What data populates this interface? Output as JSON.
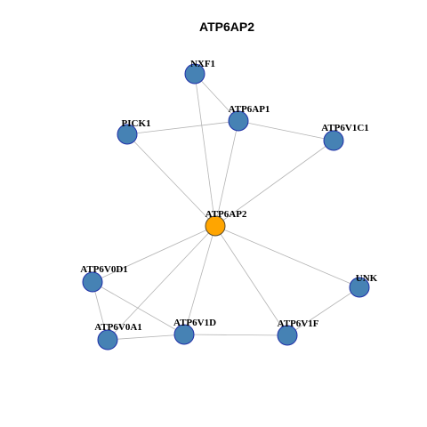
{
  "title": "ATP6AP2",
  "colors": {
    "center_fill": "#FFA500",
    "node_fill": "#4682B4",
    "node_stroke": "#1F2FA8",
    "center_stroke": "#5A4A2A",
    "edge": "#B4B4B4"
  },
  "nodes": [
    {
      "id": "NXF1",
      "label": "NXF1",
      "role": "neighbor"
    },
    {
      "id": "ATP6AP1",
      "label": "ATP6AP1",
      "role": "neighbor"
    },
    {
      "id": "PICK1",
      "label": "PICK1",
      "role": "neighbor"
    },
    {
      "id": "ATP6V1C1",
      "label": "ATP6V1C1",
      "role": "neighbor"
    },
    {
      "id": "ATP6AP2",
      "label": "ATP6AP2",
      "role": "center"
    },
    {
      "id": "ATP6V0D1",
      "label": "ATP6V0D1",
      "role": "neighbor"
    },
    {
      "id": "UNK",
      "label": "UNK",
      "role": "neighbor"
    },
    {
      "id": "ATP6V1D",
      "label": "ATP6V1D",
      "role": "neighbor"
    },
    {
      "id": "ATP6V0A1",
      "label": "ATP6V0A1",
      "role": "neighbor"
    },
    {
      "id": "ATP6V1F",
      "label": "ATP6V1F",
      "role": "neighbor"
    }
  ],
  "edges": [
    [
      "NXF1",
      "ATP6AP1"
    ],
    [
      "NXF1",
      "ATP6AP2"
    ],
    [
      "PICK1",
      "ATP6AP1"
    ],
    [
      "PICK1",
      "ATP6AP2"
    ],
    [
      "ATP6AP1",
      "ATP6V1C1"
    ],
    [
      "ATP6AP1",
      "ATP6AP2"
    ],
    [
      "ATP6V1C1",
      "ATP6AP2"
    ],
    [
      "ATP6AP2",
      "ATP6V0D1"
    ],
    [
      "ATP6AP2",
      "UNK"
    ],
    [
      "ATP6AP2",
      "ATP6V1D"
    ],
    [
      "ATP6AP2",
      "ATP6V0A1"
    ],
    [
      "ATP6AP2",
      "ATP6V1F"
    ],
    [
      "ATP6V0D1",
      "ATP6V1D"
    ],
    [
      "ATP6V0D1",
      "ATP6V0A1"
    ],
    [
      "ATP6V0A1",
      "ATP6V1D"
    ],
    [
      "ATP6V1D",
      "ATP6V1F"
    ],
    [
      "UNK",
      "ATP6V1F"
    ]
  ]
}
